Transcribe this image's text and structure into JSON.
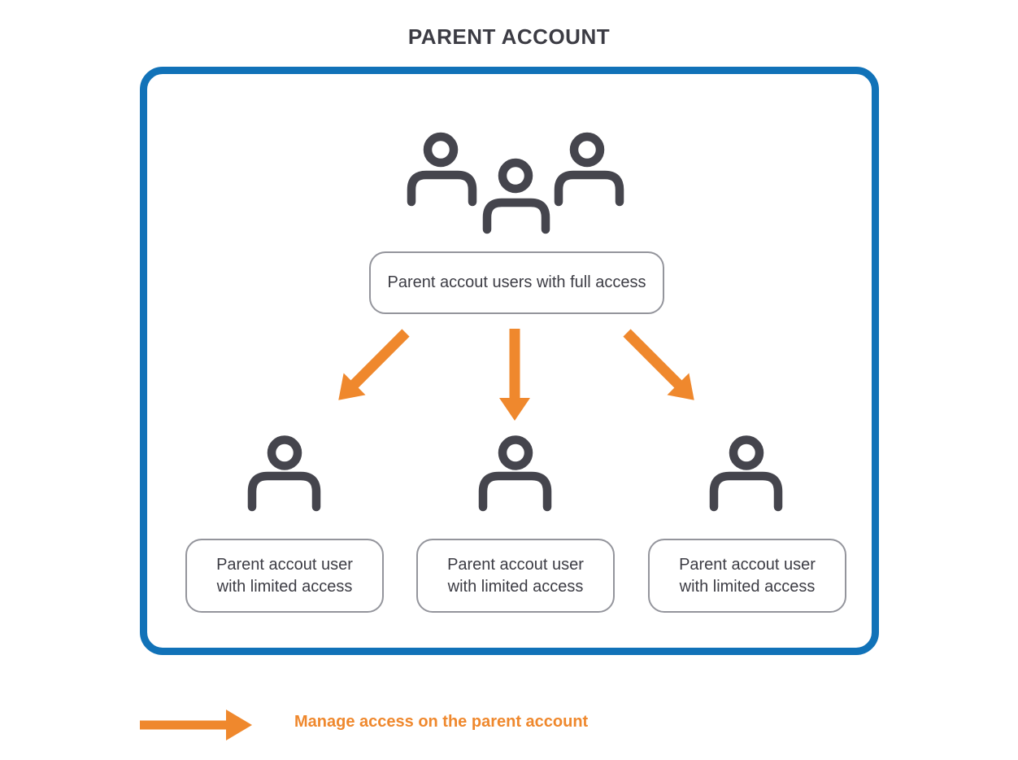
{
  "title": "PARENT ACCOUNT",
  "colors": {
    "blue": "#1172B8",
    "orange": "#EF882D",
    "icon": "#45454D",
    "box_border": "#94959C",
    "text": "#3C3C44"
  },
  "parent_box": {
    "full_access_label": "Parent accout users with full access",
    "limited_boxes": [
      {
        "line1": "Parent accout user",
        "line2": "with limited access"
      },
      {
        "line1": "Parent accout user",
        "line2": "with limited access"
      },
      {
        "line1": "Parent accout user",
        "line2": "with limited access"
      }
    ]
  },
  "legend": {
    "label": "Manage access on the parent account"
  },
  "icons": {
    "group": "users-group-icon",
    "user": "user-icon",
    "manage_arrow": "arrow-right-icon"
  }
}
